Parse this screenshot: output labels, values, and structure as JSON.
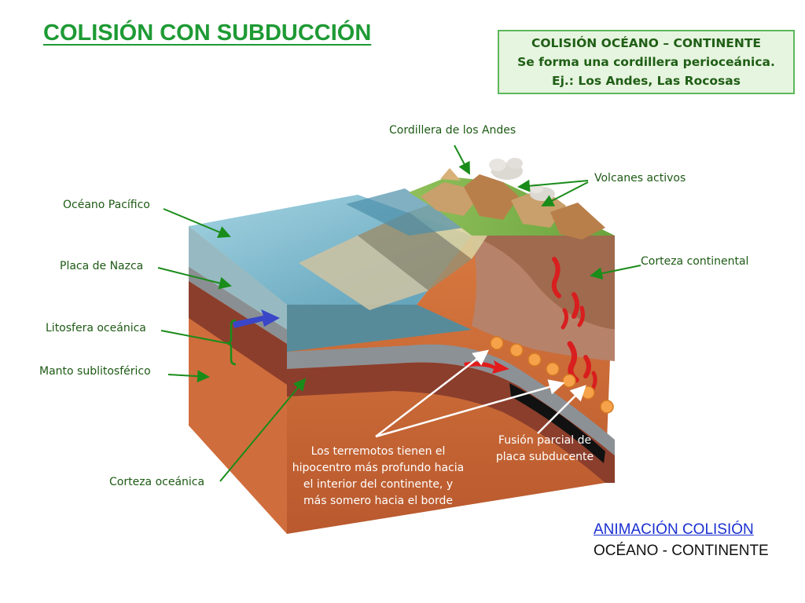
{
  "title": "COLISIÓN CON SUBDUCCIÓN",
  "info": {
    "line1": "COLISIÓN OCÉANO – CONTINENTE",
    "line2": "Se forma una cordillera perioceánica.",
    "line3": "Ej.: Los Andes, Las Rocosas"
  },
  "labels": {
    "cordillera": "Cordillera de los Andes",
    "volcanes": "Volcanes activos",
    "oceano": "Océano Pacífico",
    "nazca": "Placa de Nazca",
    "corteza_continental": "Corteza continental",
    "litosfera": "Litosfera oceánica",
    "manto": "Manto sublitosférico",
    "corteza_oceanica": "Corteza oceánica",
    "terremotos": [
      "Los terremotos tienen el",
      "hipocentro más profundo hacia",
      "el interior del continente, y",
      "más somero hacia el borde"
    ],
    "fusion": [
      "Fusión parcial de",
      "placa subducente"
    ]
  },
  "link": {
    "anim": "ANIMACIÓN COLISIÓN",
    "sub": "OCÉANO - CONTINENTE"
  },
  "colors": {
    "title_green": "#1e9a34",
    "label_green": "#1d5a14",
    "arrow_green": "#1a8c1a",
    "link_blue": "#1a2fd1",
    "mantle_orange": "#c8643a",
    "ocean_blue": "#5fa9c2"
  }
}
